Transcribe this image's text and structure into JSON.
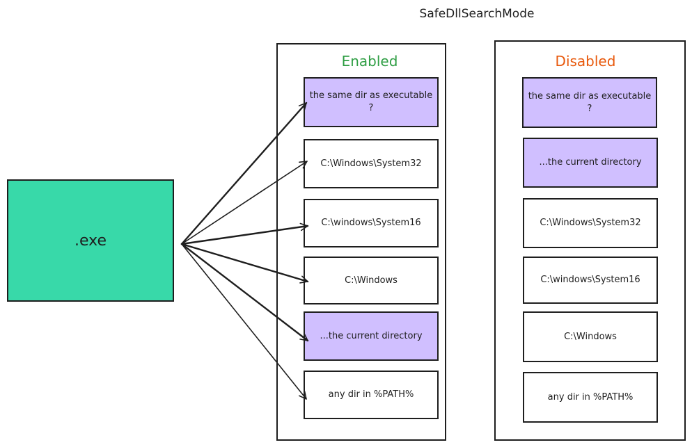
{
  "title": "SafeDllSearchMode",
  "source_label": ".exe",
  "colors": {
    "exe_fill": "#38d9a9",
    "highlight": "#d0bfff",
    "enabled_heading": "#2f9e44",
    "disabled_heading": "#e8590c",
    "stroke": "#1e1e1e"
  },
  "enabled": {
    "heading": "Enabled",
    "items": [
      {
        "label": "the same dir as executable ?",
        "highlight": true
      },
      {
        "label": "C:\\Windows\\System32",
        "highlight": false
      },
      {
        "label": "C:\\windows\\System16",
        "highlight": false
      },
      {
        "label": "C:\\Windows",
        "highlight": false
      },
      {
        "label": "...the current directory",
        "highlight": true
      },
      {
        "label": "any dir in %PATH%",
        "highlight": false
      }
    ]
  },
  "disabled": {
    "heading": "Disabled",
    "items": [
      {
        "label": "the same dir as executable ?",
        "highlight": true
      },
      {
        "label": "...the current directory",
        "highlight": true
      },
      {
        "label": "C:\\Windows\\System32",
        "highlight": false
      },
      {
        "label": "C:\\windows\\System16",
        "highlight": false
      },
      {
        "label": "C:\\Windows",
        "highlight": false
      },
      {
        "label": "any dir in %PATH%",
        "highlight": false
      }
    ]
  }
}
